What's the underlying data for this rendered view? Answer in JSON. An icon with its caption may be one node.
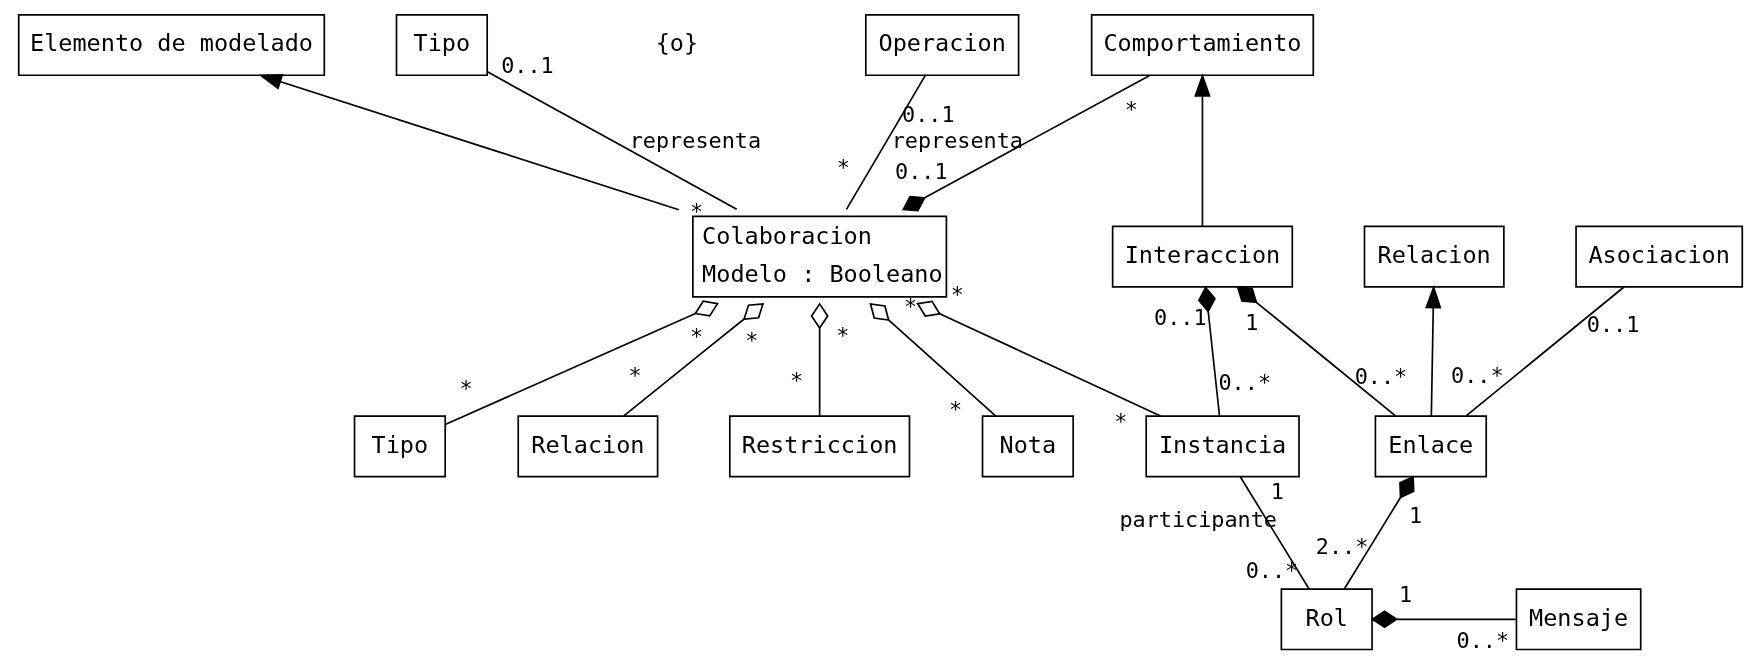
{
  "diagram": {
    "nodes": [
      {
        "text": [
          "Elemento de modelado"
        ]
      },
      {
        "text": [
          "Tipo"
        ]
      },
      {
        "text": [
          "Operacion"
        ]
      },
      {
        "text": [
          "Comportamiento"
        ]
      },
      {
        "text": [
          "Colaboracion",
          "Modelo : Booleano"
        ]
      },
      {
        "text": [
          "Interaccion"
        ]
      },
      {
        "text": [
          "Relacion"
        ]
      },
      {
        "text": [
          "Asociacion"
        ]
      },
      {
        "text": [
          "Tipo"
        ]
      },
      {
        "text": [
          "Relacion"
        ]
      },
      {
        "text": [
          "Restriccion"
        ]
      },
      {
        "text": [
          "Nota"
        ]
      },
      {
        "text": [
          "Instancia"
        ]
      },
      {
        "text": [
          "Enlace"
        ]
      },
      {
        "text": [
          "Mensaje"
        ]
      },
      {
        "text": [
          "Rol"
        ]
      }
    ],
    "edges": [
      {
        "from": 4,
        "to": 0,
        "arrow": "to"
      },
      {
        "from": 1,
        "to": 4,
        "arrow": "none",
        "label": "representa"
      },
      {
        "from": 2,
        "to": 4,
        "arrow": "none",
        "label": "representa"
      },
      {
        "from": 4,
        "to": 3,
        "arrow": "other"
      },
      {
        "from": 5,
        "to": 3,
        "arrow": "to"
      },
      {
        "from": 13,
        "to": 6,
        "arrow": "to"
      },
      {
        "from": 4,
        "to": 8,
        "arrow": "other"
      },
      {
        "from": 4,
        "to": 9,
        "arrow": "other"
      },
      {
        "from": 4,
        "to": 10,
        "arrow": "other"
      },
      {
        "from": 4,
        "to": 11,
        "arrow": "other"
      },
      {
        "from": 4,
        "to": 12,
        "arrow": "other"
      },
      {
        "from": 5,
        "to": 12,
        "arrow": "other"
      },
      {
        "from": 5,
        "to": 13,
        "arrow": "other"
      },
      {
        "from": 7,
        "to": 13,
        "arrow": "none"
      },
      {
        "from": 13,
        "to": 15,
        "arrow": "other"
      },
      {
        "from": 12,
        "to": 15,
        "arrow": "none",
        "label": "participante"
      },
      {
        "from": 15,
        "to": 14,
        "arrow": "other"
      }
    ],
    "labels": [
      "*",
      "0..1",
      "0..1",
      "{o}",
      "*",
      "*",
      "0..1",
      "0..1",
      "1",
      "0..1",
      "*",
      "*",
      "*",
      "*",
      "*",
      "*",
      "*",
      "*",
      "*",
      "*",
      "0..*",
      "0..*",
      "0..*",
      "1",
      "1",
      "0..*",
      "2..*",
      "0..*",
      "1"
    ]
  }
}
